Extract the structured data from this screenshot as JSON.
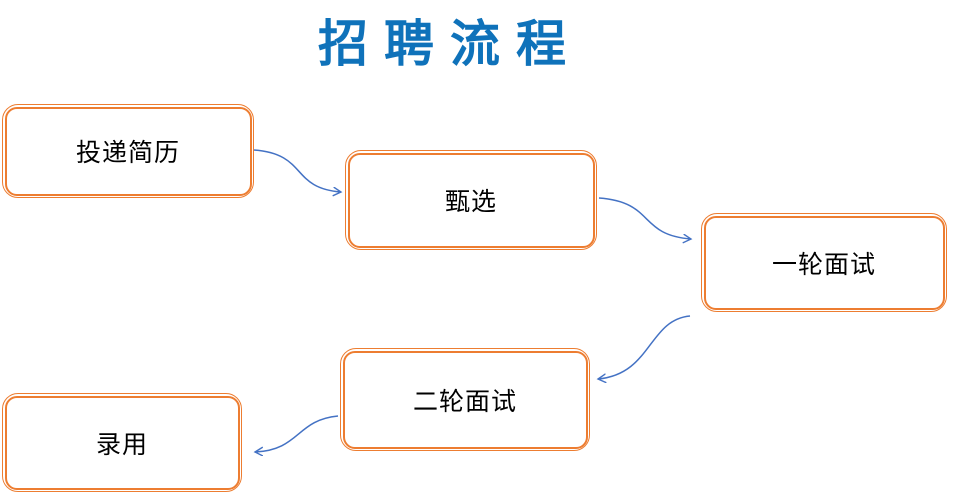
{
  "page": {
    "title": "招聘流程"
  },
  "colors": {
    "title_text": "#0F72BA",
    "node_border": "#ED7D31",
    "node_fill": "#FFFFFF",
    "node_text": "#000000",
    "connector": "#4472C4",
    "background": "#FFFFFF"
  },
  "flowchart": {
    "nodes": [
      {
        "id": "submit-resume",
        "label": "投递简历"
      },
      {
        "id": "screening",
        "label": "甄选"
      },
      {
        "id": "first-round-interview",
        "label": "一轮面试"
      },
      {
        "id": "second-round-interview",
        "label": "二轮面试"
      },
      {
        "id": "hired",
        "label": "录用"
      }
    ],
    "edges": [
      {
        "from": "投递简历",
        "to": "甄选"
      },
      {
        "from": "甄选",
        "to": "一轮面试"
      },
      {
        "from": "一轮面试",
        "to": "二轮面试"
      },
      {
        "from": "二轮面试",
        "to": "录用"
      }
    ]
  }
}
